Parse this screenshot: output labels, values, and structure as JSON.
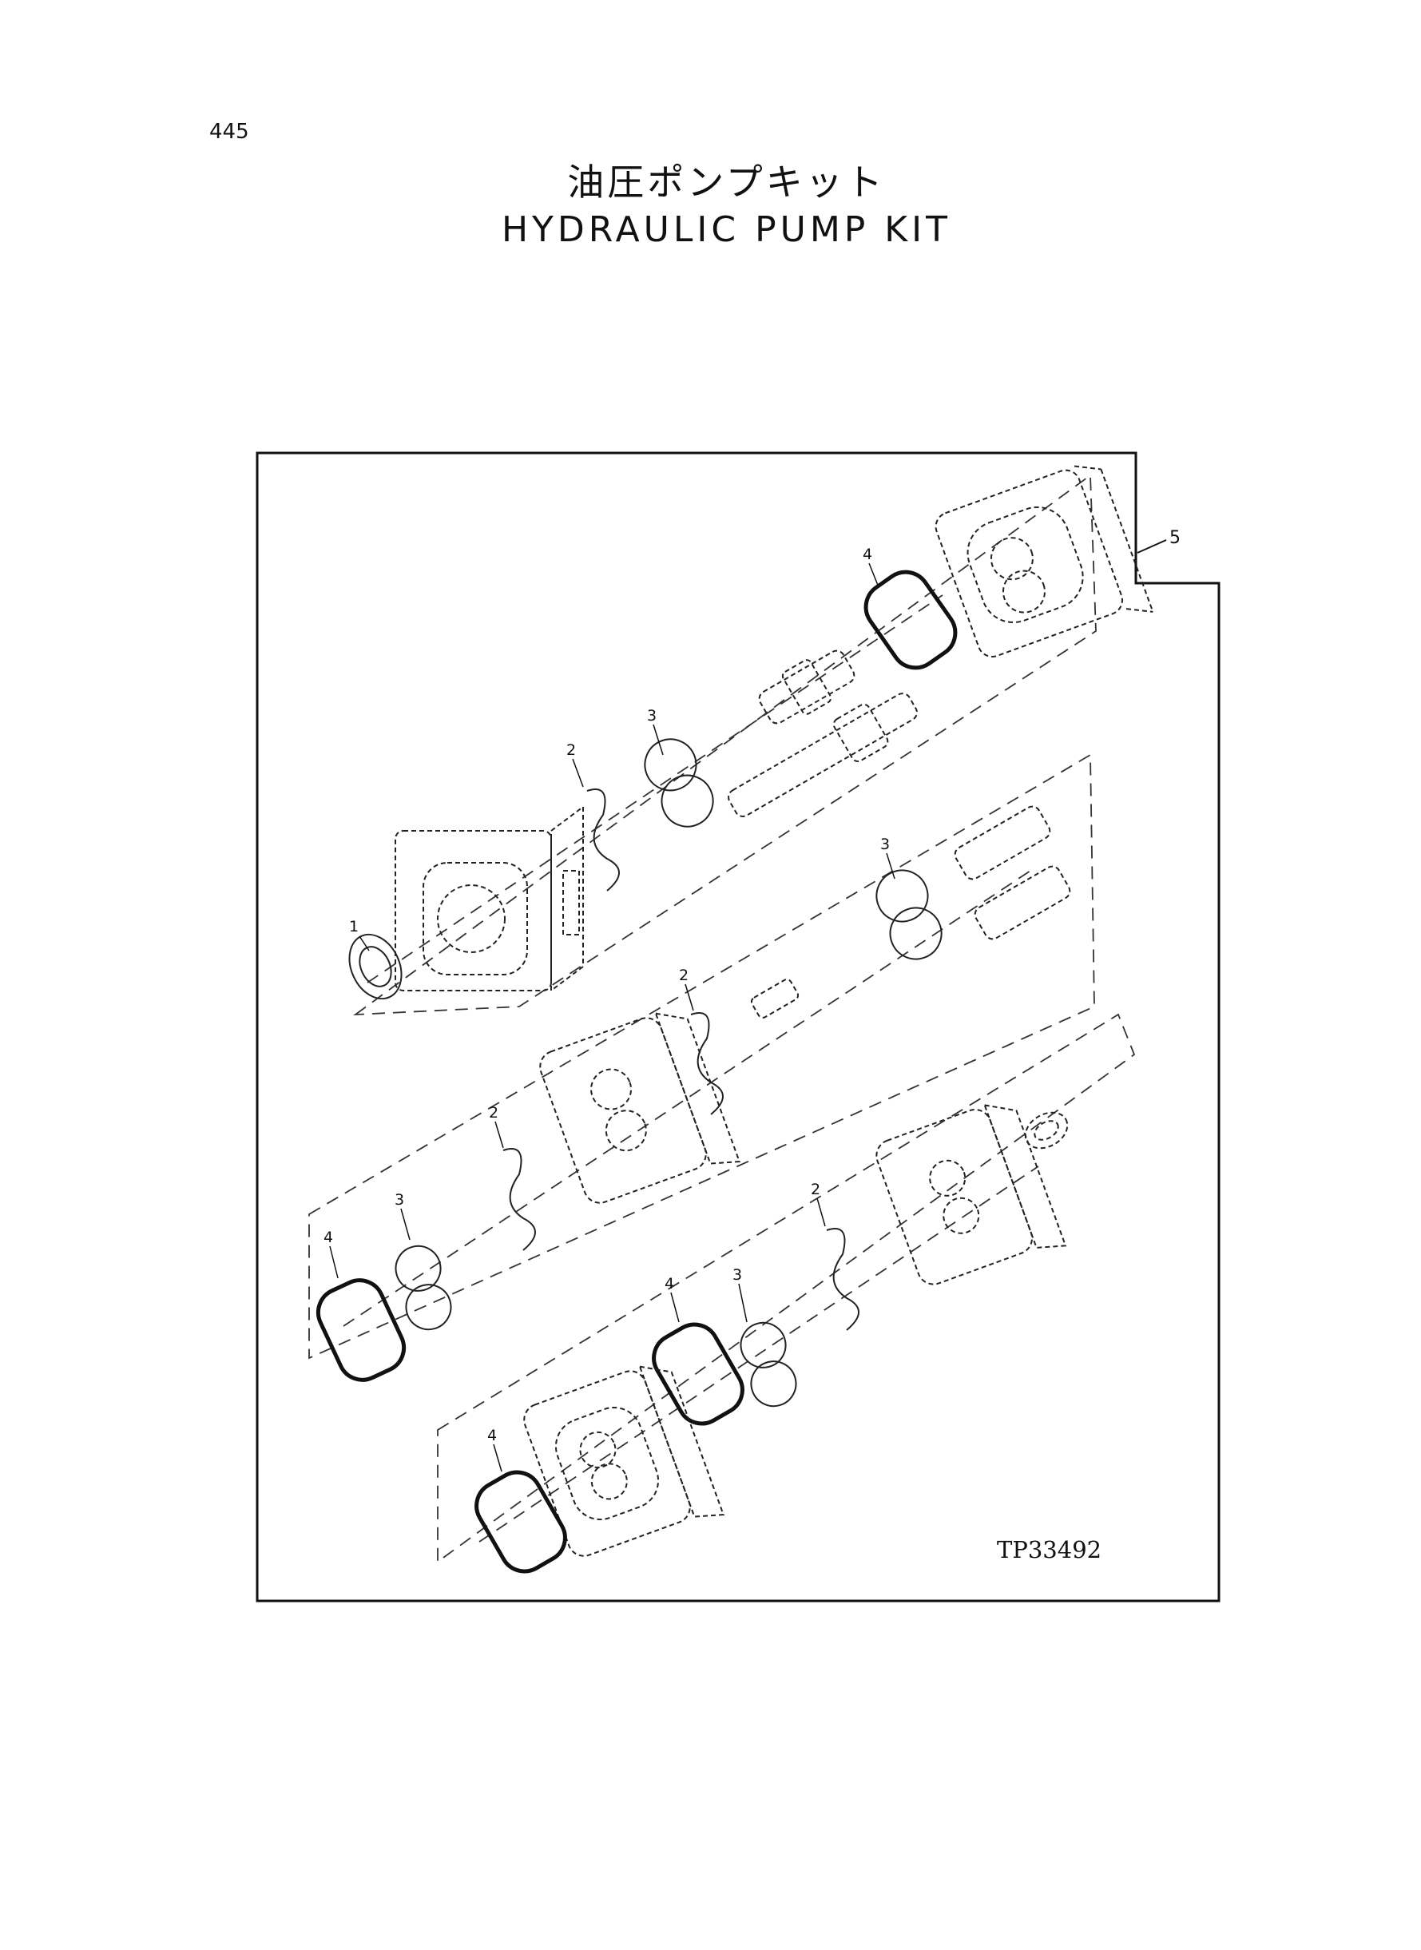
{
  "page": {
    "number": "445",
    "title_jp": "油圧ポンプキット",
    "title_en": "HYDRAULIC PUMP KIT"
  },
  "figure": {
    "code": "TP33492",
    "callouts": [
      {
        "id": "c1",
        "label": "1"
      },
      {
        "id": "c2a",
        "label": "2"
      },
      {
        "id": "c3a",
        "label": "3"
      },
      {
        "id": "c4a",
        "label": "4"
      },
      {
        "id": "c5",
        "label": "5"
      },
      {
        "id": "c3b",
        "label": "3"
      },
      {
        "id": "c2b",
        "label": "2"
      },
      {
        "id": "c2c",
        "label": "2"
      },
      {
        "id": "c3c",
        "label": "3"
      },
      {
        "id": "c4b",
        "label": "4"
      },
      {
        "id": "c2d",
        "label": "2"
      },
      {
        "id": "c3d",
        "label": "3"
      },
      {
        "id": "c4c",
        "label": "4"
      },
      {
        "id": "c4d",
        "label": "4"
      }
    ]
  }
}
